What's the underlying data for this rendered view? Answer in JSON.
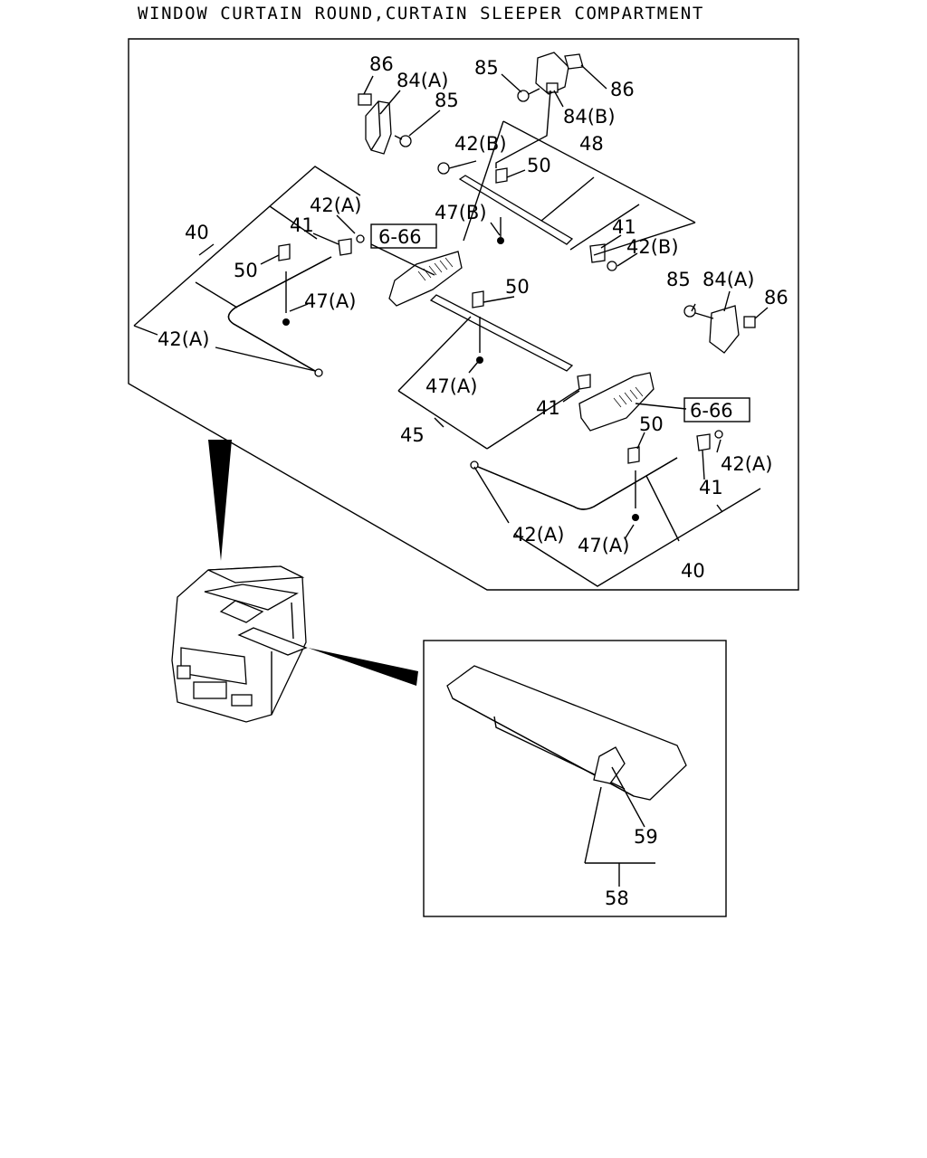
{
  "title": "WINDOW CURTAIN ROUND,CURTAIN SLEEPER COMPARTMENT",
  "callouts": {
    "c86_top_left": "86",
    "c84a_top_left": "84(A)",
    "c85_top_left": "85",
    "c85_top_center": "85",
    "c86_top_right": "86",
    "c84b": "84(B)",
    "c42b_upper": "42(B)",
    "c48": "48",
    "c50_upper": "50",
    "c47b": "47(B)",
    "c41_upper": "41",
    "c42b_lower": "42(B)",
    "c42a_left_upper": "42(A)",
    "c40_left": "40",
    "c41_left": "41",
    "ref_666_left": "6-66",
    "c50_left": "50",
    "c47a_left": "47(A)",
    "c42a_left_lower": "42(A)",
    "c85_right": "85",
    "c84a_right": "84(A)",
    "c86_right": "86",
    "c50_center": "50",
    "c47a_center": "47(A)",
    "c41_center": "41",
    "c45": "45",
    "ref_666_right": "6-66",
    "c50_lower_right": "50",
    "c42a_right": "42(A)",
    "c41_lower_right": "41",
    "c42a_bottom": "42(A)",
    "c47a_bottom": "47(A)",
    "c40_bottom": "40",
    "c59": "59",
    "c58": "58"
  }
}
